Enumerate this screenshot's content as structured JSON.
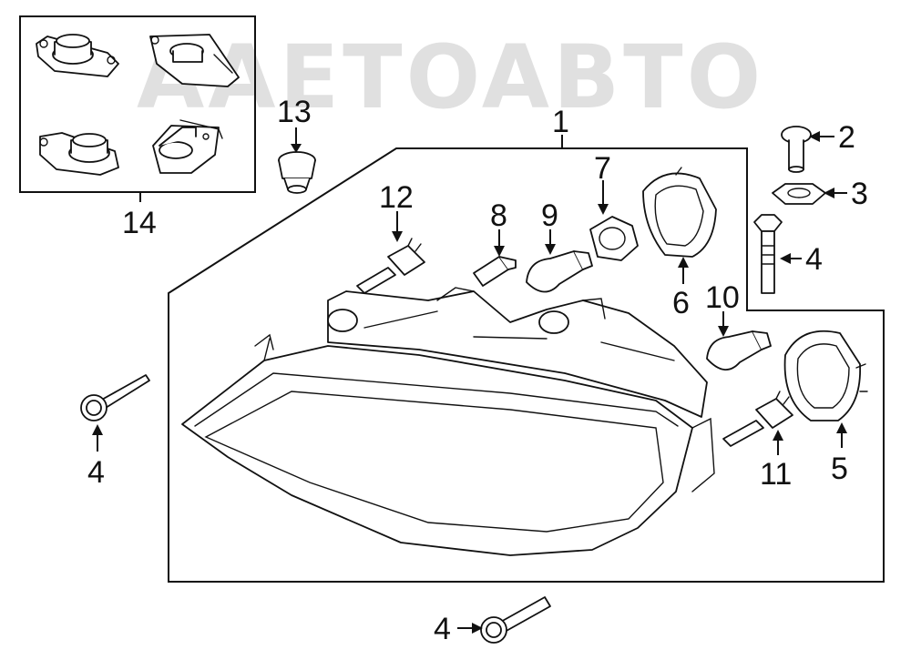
{
  "watermark": {
    "text": "AAETOABTO"
  },
  "callouts": {
    "c1": "1",
    "c2": "2",
    "c3": "3",
    "c4_bolt_right": "4",
    "c4_bolt_left": "4",
    "c4_bolt_bottom": "4",
    "c5": "5",
    "c6": "6",
    "c7": "7",
    "c8": "8",
    "c9": "9",
    "c10": "10",
    "c11": "11",
    "c12": "12",
    "c13": "13",
    "c14": "14"
  },
  "colors": {
    "line": "#111111",
    "background": "#ffffff"
  }
}
